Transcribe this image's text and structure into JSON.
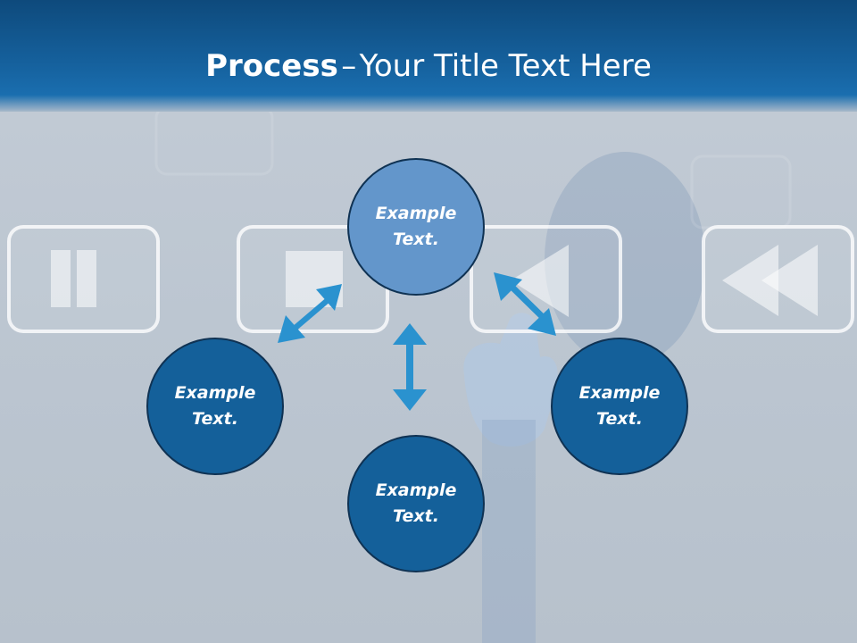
{
  "title": {
    "bold": "Process",
    "separator": "–",
    "rest": "Your Title Text Here"
  },
  "nodes": {
    "top": "Example Text.",
    "left": "Example Text.",
    "right": "Example Text.",
    "bottom": "Example Text."
  },
  "icons": [
    "pause-icon",
    "stop-icon",
    "rewind-icon",
    "fast-rewind-icon"
  ],
  "colors": {
    "header": "#15609c",
    "node_dark": "#14609a",
    "node_light": "#6396cb",
    "arrow": "#2a92cf"
  }
}
